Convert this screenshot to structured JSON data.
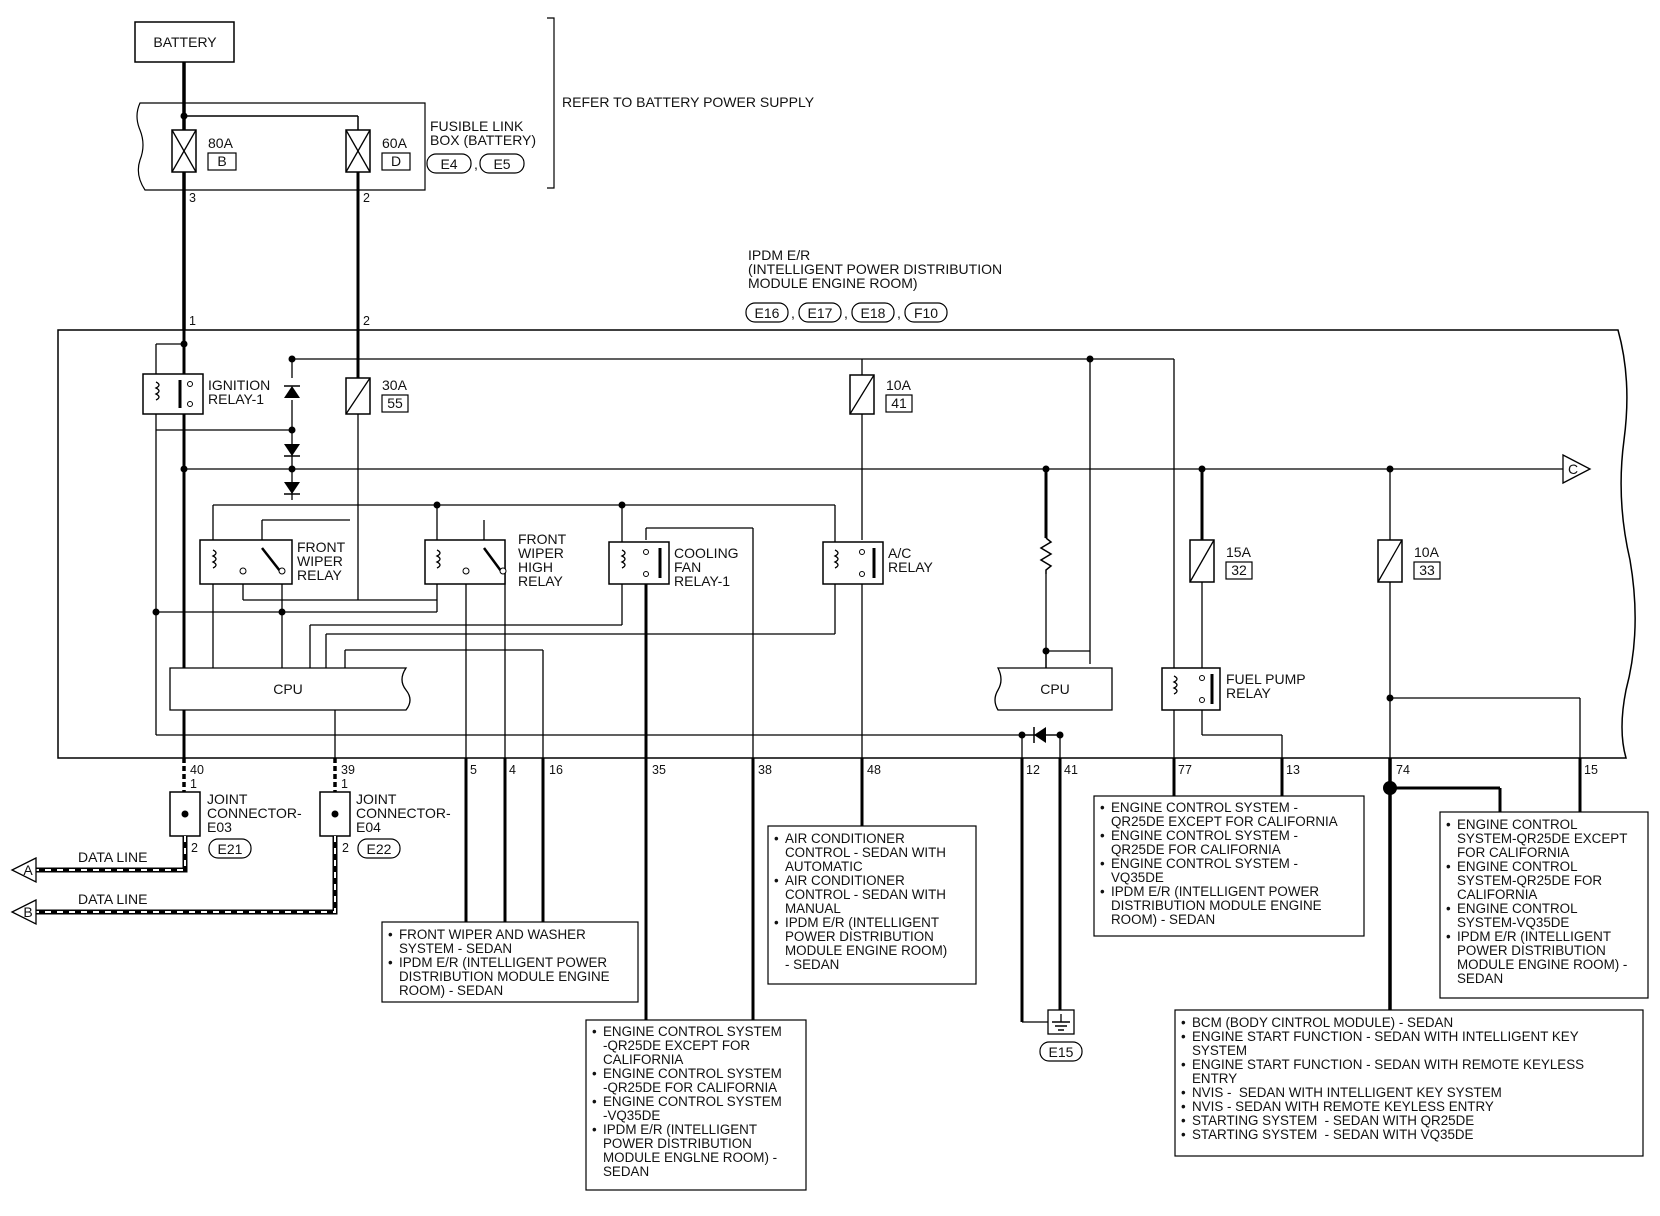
{
  "battery": "BATTERY",
  "fusible_link_box": {
    "title_line1": "FUSIBLE LINK",
    "title_line2": "BOX (BATTERY)",
    "fuse_b": {
      "rating": "80A",
      "id": "B"
    },
    "fuse_d": {
      "rating": "60A",
      "id": "D"
    },
    "connectors": [
      "E4",
      "E5"
    ],
    "pins": {
      "fuse_b_out": "3",
      "fuse_d_out": "2"
    }
  },
  "refer_note": "REFER TO BATTERY POWER SUPPLY",
  "ipdm": {
    "title_line1": "IPDM E/R",
    "title_line2": "(INTELLIGENT POWER DISTRIBUTION",
    "title_line3": " MODULE ENGINE ROOM)",
    "connectors": [
      "E16",
      "E17",
      "E18",
      "F10"
    ],
    "input_pins": {
      "p1": "1",
      "p2": "2"
    }
  },
  "components": {
    "ignition_relay": {
      "line1": "IGNITION",
      "line2": "RELAY-1"
    },
    "fuse_55": {
      "rating": "30A",
      "id": "55"
    },
    "fuse_41": {
      "rating": "10A",
      "id": "41"
    },
    "fuse_32": {
      "rating": "15A",
      "id": "32"
    },
    "fuse_33": {
      "rating": "10A",
      "id": "33"
    },
    "front_wiper_relay": {
      "line1": "FRONT",
      "line2": "WIPER",
      "line3": "RELAY"
    },
    "front_wiper_high_relay": {
      "line1": "FRONT",
      "line2": "WIPER",
      "line3": "HIGH",
      "line4": "RELAY"
    },
    "cooling_fan_relay": {
      "line1": "COOLING",
      "line2": "FAN",
      "line3": "RELAY-1"
    },
    "ac_relay": {
      "line1": "A/C",
      "line2": "RELAY"
    },
    "fuel_pump_relay": {
      "line1": "FUEL PUMP",
      "line2": "RELAY"
    },
    "cpu_left": "CPU",
    "cpu_right": "CPU",
    "connector_c": "C"
  },
  "output_pins": [
    "40",
    "39",
    "5",
    "4",
    "16",
    "35",
    "38",
    "48",
    "12",
    "41",
    "77",
    "13",
    "74",
    "15"
  ],
  "joint_connectors": {
    "e03": {
      "line1": "JOINT",
      "line2": "CONNECTOR-",
      "line3": "E03",
      "pin_top": "1",
      "pin_bottom": "2",
      "connector": "E21"
    },
    "e04": {
      "line1": "JOINT",
      "line2": "CONNECTOR-",
      "line3": "E04",
      "pin_top": "1",
      "pin_bottom": "2",
      "connector": "E22"
    }
  },
  "data_lines": {
    "a": {
      "label": "DATA LINE",
      "letter": "A"
    },
    "b": {
      "label": "DATA LINE",
      "letter": "B"
    }
  },
  "ground": {
    "connector": "E15"
  },
  "ref_boxes": {
    "wiper": [
      "FRONT WIPER AND WASHER\nSYSTEM - SEDAN",
      "IPDM E/R (INTELLIGENT POWER\nDISTRIBUTION MODULE ENGINE\nROOM) - SEDAN"
    ],
    "cooling": [
      "ENGINE CONTROL SYSTEM\n-QR25DE EXCEPT FOR\nCALIFORNIA",
      "ENGINE CONTROL SYSTEM\n-QR25DE FOR CALIFORNIA",
      "ENGINE CONTROL SYSTEM\n-VQ35DE",
      "IPDM E/R (INTELLIGENT\nPOWER DISTRIBUTION\nMODULE ENGLNE ROOM) -\nSEDAN"
    ],
    "ac": [
      "AIR CONDITIONER\nCONTROL - SEDAN WITH\nAUTOMATIC",
      "AIR CONDITIONER\nCONTROL - SEDAN WITH\nMANUAL",
      "IPDM E/R (INTELLIGENT\nPOWER DISTRIBUTION\nMODULE ENGINE ROOM)\n- SEDAN"
    ],
    "fuel": [
      "ENGINE CONTROL SYSTEM -\nQR25DE EXCEPT FOR CALIFORNIA",
      "ENGINE CONTROL SYSTEM -\nQR25DE FOR CALIFORNIA",
      "ENGINE CONTROL SYSTEM -\nVQ35DE",
      "IPDM E/R (INTELLIGENT POWER\nDISTRIBUTION MODULE ENGINE\nROOM) - SEDAN"
    ],
    "pin15": [
      "ENGINE CONTROL\nSYSTEM-QR25DE EXCEPT\nFOR CALIFORNIA",
      "ENGINE CONTROL\nSYSTEM-QR25DE FOR\nCALIFORNIA",
      "ENGINE CONTROL\nSYSTEM-VQ35DE",
      "IPDM E/R (INTELLIGENT\nPOWER DISTRIBUTION\nMODULE ENGINE ROOM) -\nSEDAN"
    ],
    "bcm": [
      "BCM (BODY CINTROL MODULE) - SEDAN",
      "ENGINE START FUNCTION - SEDAN WITH INTELLIGENT KEY\nSYSTEM",
      "ENGINE START FUNCTION - SEDAN WITH REMOTE KEYLESS\nENTRY",
      "NVIS -  SEDAN WITH INTELLIGENT KEY SYSTEM",
      "NVIS - SEDAN WITH REMOTE KEYLESS ENTRY",
      "STARTING SYSTEM  - SEDAN WITH QR25DE",
      "STARTING SYSTEM  - SEDAN WITH VQ35DE"
    ]
  }
}
